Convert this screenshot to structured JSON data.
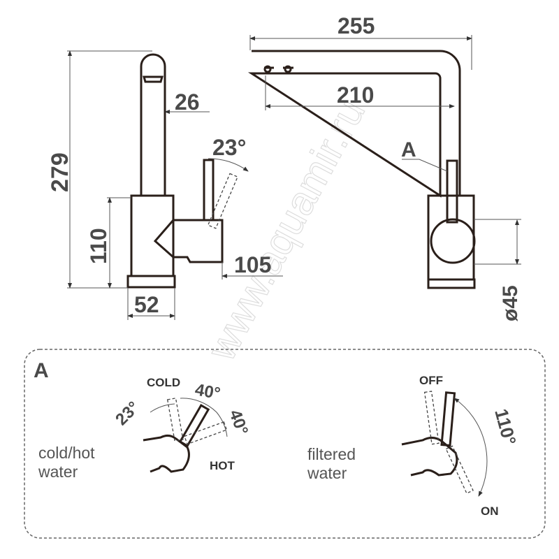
{
  "watermark": "www.aquamir.ru",
  "side_view": {
    "height": "279",
    "spout_diameter": "26",
    "lever_angle": "23°",
    "body_height": "110",
    "handle_reach": "105",
    "base_width": "52"
  },
  "front_view": {
    "spout_reach": "255",
    "outlet_reach": "210",
    "detail_label": "A",
    "handle_diameter": "ø45"
  },
  "detail_a": {
    "title": "A",
    "mixer": {
      "cold_label": "COLD",
      "hot_label": "HOT",
      "cold_angle": "40°",
      "hot_angle": "40°",
      "tilt_angle": "23°",
      "caption_line1": "cold/hot",
      "caption_line2": "water"
    },
    "filter": {
      "off_label": "OFF",
      "on_label": "ON",
      "angle": "110°",
      "caption_line1": "filtered",
      "caption_line2": "water"
    }
  }
}
